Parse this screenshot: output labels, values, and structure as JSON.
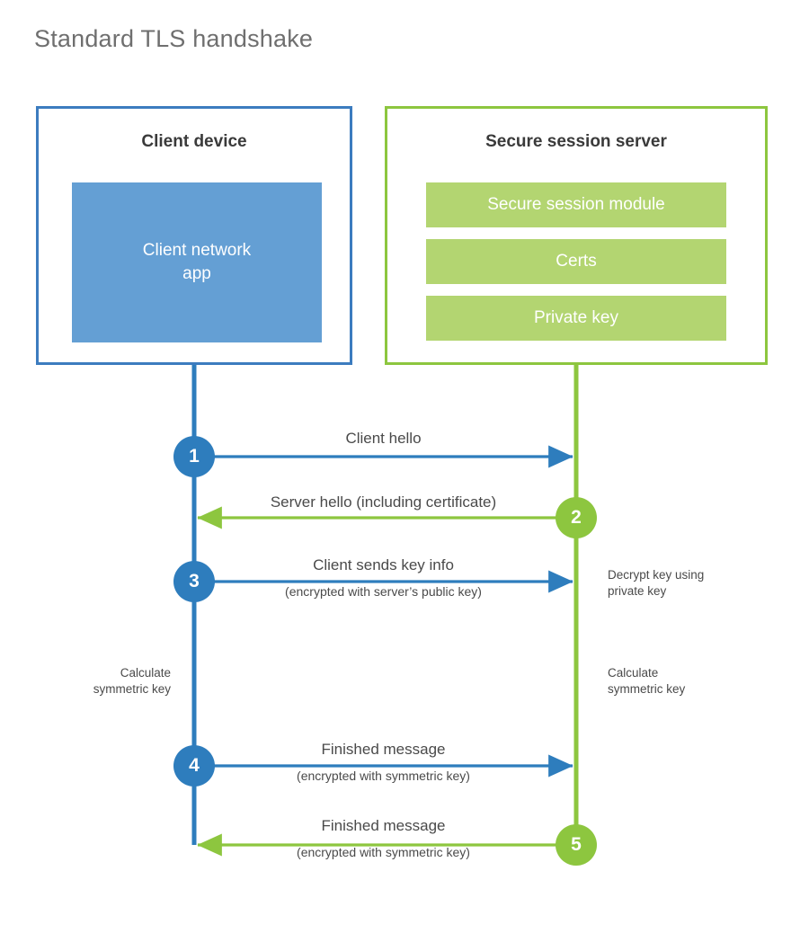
{
  "title": "Standard TLS handshake",
  "colors": {
    "client_border": "#3C7CBF",
    "client_app_fill": "#649FD4",
    "client_line": "#2E7DBD",
    "server_border": "#8DC63F",
    "server_bar_fill": "#B3D571",
    "server_line": "#8DC63F",
    "title_text": "#6f6f6f",
    "body_text": "#4a4a4a",
    "heading_text": "#3a3a3a"
  },
  "client_panel": {
    "heading": "Client device",
    "app_label": "Client network\napp",
    "app_label_line1": "Client network",
    "app_label_line2": "app"
  },
  "server_panel": {
    "heading": "Secure session server",
    "components": [
      {
        "label": "Secure session module"
      },
      {
        "label": "Certs"
      },
      {
        "label": "Private key"
      }
    ]
  },
  "steps": [
    {
      "number": "1",
      "direction": "client-to-server",
      "color": "blue",
      "main_label": "Client hello",
      "sub_label": ""
    },
    {
      "number": "2",
      "direction": "server-to-client",
      "color": "green",
      "main_label": "Server hello (including certificate)",
      "sub_label": ""
    },
    {
      "number": "3",
      "direction": "client-to-server",
      "color": "blue",
      "main_label": "Client sends key info",
      "sub_label": "(encrypted with server’s public key)"
    },
    {
      "number": "4",
      "direction": "client-to-server",
      "color": "blue",
      "main_label": "Finished message",
      "sub_label": "(encrypted with symmetric key)"
    },
    {
      "number": "5",
      "direction": "server-to-client",
      "color": "green",
      "main_label": "Finished message",
      "sub_label": "(encrypted with symmetric key)"
    }
  ],
  "annotations": {
    "server_decrypt": "Decrypt key using\nprivate key",
    "client_calculate": "Calculate\nsymmetric key",
    "server_calculate": "Calculate\nsymmetric key"
  }
}
